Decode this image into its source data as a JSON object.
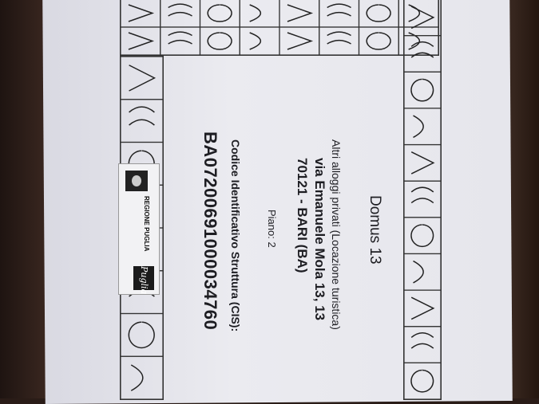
{
  "sign": {
    "title": "Domus 13",
    "category": "Altri alloggi privati (Locazione turistica)",
    "address_line1": "via Emanuele Mola 13, 13",
    "address_line2": "70121 - BARI (BA)",
    "floor": "Piano: 2",
    "cis_label": "Codice Identificativo Struttura (CIS):",
    "cis_code": "BA07200691000034760"
  },
  "logo": {
    "region": "REGIONE PUGLIA",
    "brand": "Puglia"
  },
  "colors": {
    "paper": "#e8e8ee",
    "ink": "#1d1d22",
    "table": "#2a1c17"
  }
}
